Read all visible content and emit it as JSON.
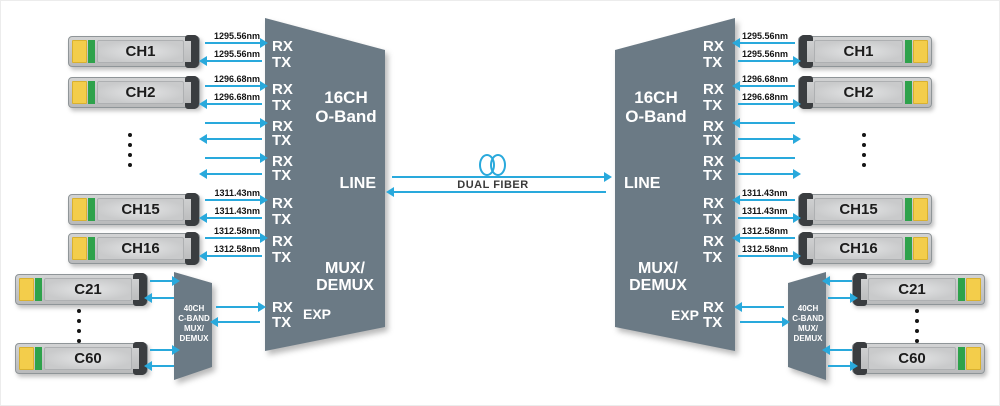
{
  "ports": {
    "rx": "RX",
    "tx": "TX"
  },
  "oband_unit": {
    "title_line1": "16CH",
    "title_line2": "O-Band",
    "line_port": "LINE",
    "mux_line1": "MUX/",
    "mux_line2": "DEMUX",
    "exp_port": "EXP"
  },
  "cband_unit": {
    "lines": [
      "40CH",
      "C-BAND",
      "MUX/",
      "DEMUX"
    ]
  },
  "channels": {
    "ch1": {
      "label": "CH1",
      "wavelength": "1295.56nm"
    },
    "ch2": {
      "label": "CH2",
      "wavelength": "1296.68nm"
    },
    "ch15": {
      "label": "CH15",
      "wavelength": "1311.43nm"
    },
    "ch16": {
      "label": "CH16",
      "wavelength": "1312.58nm"
    }
  },
  "expansion_channels": {
    "c21": {
      "label": "C21"
    },
    "c60": {
      "label": "C60"
    }
  },
  "center_link": {
    "label": "DUAL FIBER"
  },
  "colors": {
    "arrow": "#29a9dc",
    "unit_fill": "#6b7a85",
    "module_yellow": "#f3cd4b",
    "module_green": "#2ea24b"
  }
}
